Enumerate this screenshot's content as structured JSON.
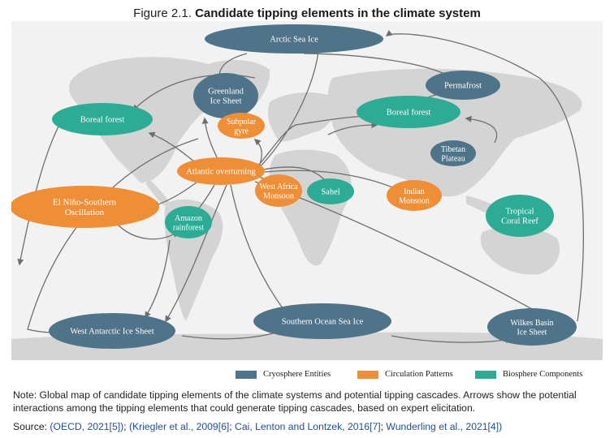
{
  "figure": {
    "number": "Figure 2.1.",
    "title": "Candidate tipping elements in the climate system"
  },
  "colors": {
    "cryosphere": "#4f7389",
    "circulation": "#ee8e36",
    "biosphere": "#2eab95",
    "land": "#d4d4d4",
    "ocean": "#ffffff",
    "arrow": "#6e6e6e"
  },
  "nodes": {
    "arctic_sea_ice": {
      "label": [
        "Arctic Sea Ice"
      ],
      "category": "cryosphere"
    },
    "greenland": {
      "label": [
        "Greenland",
        "Ice Sheet"
      ],
      "category": "cryosphere"
    },
    "permafrost": {
      "label": [
        "Permafrost"
      ],
      "category": "cryosphere"
    },
    "boreal_forest_w": {
      "label": [
        "Boreal forest"
      ],
      "category": "biosphere"
    },
    "boreal_forest_e": {
      "label": [
        "Boreal forest"
      ],
      "category": "biosphere"
    },
    "subpolar_gyre": {
      "label": [
        "Subpolar",
        "gyre"
      ],
      "category": "circulation"
    },
    "tibetan_plateau": {
      "label": [
        "Tibetan",
        "Plateau"
      ],
      "category": "cryosphere"
    },
    "atlantic_overturning": {
      "label": [
        "Atlantic overturning"
      ],
      "category": "circulation"
    },
    "el_nino": {
      "label": [
        "El Niño-Southern",
        "Oscillation"
      ],
      "category": "circulation"
    },
    "west_africa_monsoon": {
      "label": [
        "West Africa",
        "Monsoon"
      ],
      "category": "circulation"
    },
    "sahel": {
      "label": [
        "Sahel"
      ],
      "category": "biosphere"
    },
    "indian_monsoon": {
      "label": [
        "Indian",
        "Monsoon"
      ],
      "category": "circulation"
    },
    "amazon": {
      "label": [
        "Amazon",
        "rainforest"
      ],
      "category": "biosphere"
    },
    "coral_reef": {
      "label": [
        "Tropical",
        "Coral Reef"
      ],
      "category": "biosphere"
    },
    "west_antarctic": {
      "label": [
        "West Antarctic Ice Sheet"
      ],
      "category": "cryosphere"
    },
    "southern_ocean": {
      "label": [
        "Southern Ocean Sea Ice"
      ],
      "category": "cryosphere"
    },
    "wilkes_basin": {
      "label": [
        "Wilkes Basin",
        "Ice Sheet"
      ],
      "category": "cryosphere"
    }
  },
  "legend": {
    "cryosphere": "Cryosphere Entities",
    "circulation": "Circulation Patterns",
    "biosphere": "Biosphere Components"
  },
  "note": {
    "label": "Note:",
    "text": " Global map of candidate tipping elements of the climate systems and potential tipping cascades. Arrows show the potential interactions among the tipping elements that could generate tipping cascades, based on expert elicitation."
  },
  "source": {
    "label": "Source:",
    "refs": [
      "(OECD, 2021[5])",
      "; ",
      "(Kriegler et al., 2009[6]",
      "; ",
      "Cai, Lenton and Lontzek, 2016[7]",
      "; ",
      "Wunderling et al., 2021[4])"
    ]
  }
}
